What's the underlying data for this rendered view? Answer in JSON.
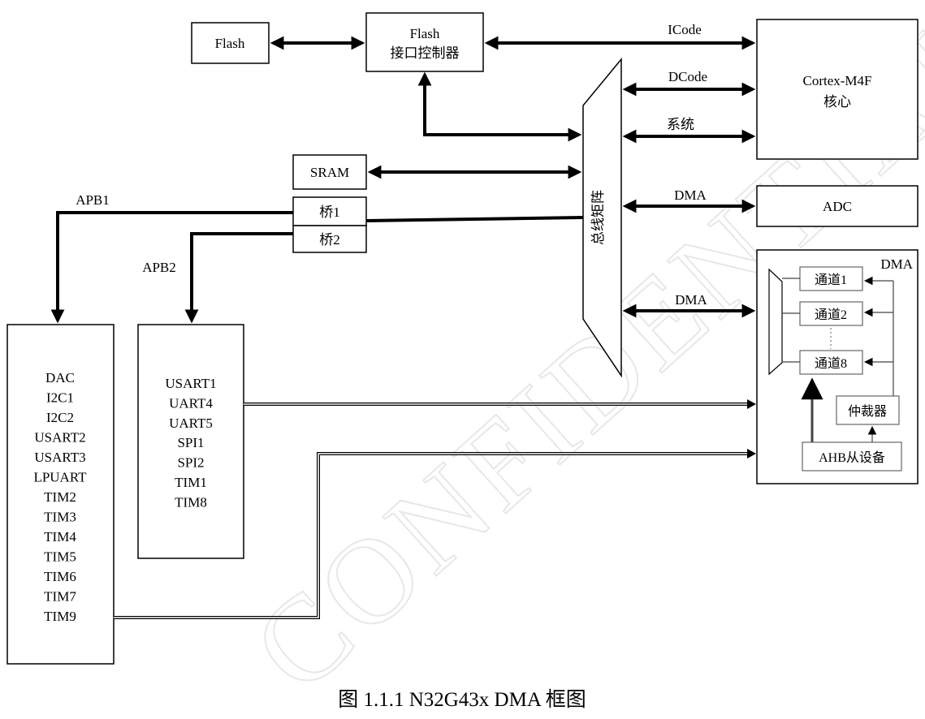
{
  "diagram": {
    "watermark": "CONFIDENTIAL",
    "caption": "图 1.1.1 N32G43x DMA 框图",
    "blocks": {
      "flash": "Flash",
      "flash_ctrl": [
        "Flash",
        "接口控制器"
      ],
      "cortex": [
        "Cortex-M4F",
        "核心"
      ],
      "sram": "SRAM",
      "bridge1": "桥1",
      "bridge2": "桥2",
      "bus_matrix": "总线矩阵",
      "adc": "ADC",
      "dma_title": "DMA",
      "channel1": "通道1",
      "channel2": "通道2",
      "channel8": "通道8",
      "arbiter": "仲裁器",
      "ahb_slave": "AHB从设备",
      "apb1_peripherals": [
        "DAC",
        "I2C1",
        "I2C2",
        "USART2",
        "USART3",
        "LPUART",
        "TIM2",
        "TIM3",
        "TIM4",
        "TIM5",
        "TIM6",
        "TIM7",
        "TIM9"
      ],
      "apb2_peripherals": [
        "USART1",
        "UART4",
        "UART5",
        "SPI1",
        "SPI2",
        "TIM1",
        "TIM8"
      ]
    },
    "bus_labels": {
      "icode": "ICode",
      "dcode": "DCode",
      "system": "系统",
      "dma_adc": "DMA",
      "dma_ctrl": "DMA",
      "apb1": "APB1",
      "apb2": "APB2"
    }
  }
}
